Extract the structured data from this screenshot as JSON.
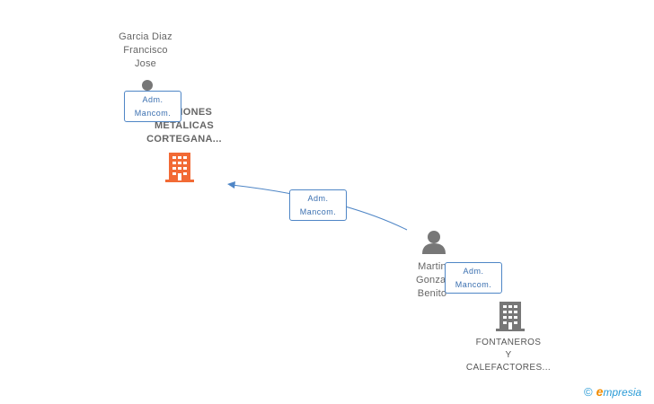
{
  "persons": [
    {
      "id": "garcia",
      "name_lines": [
        "Garcia Diaz",
        "Francisco",
        "Jose"
      ]
    },
    {
      "id": "martin",
      "name_lines": [
        "Martin",
        "Gonzal",
        "Benito"
      ]
    }
  ],
  "companies": [
    {
      "id": "cortegana",
      "name_lines": [
        "...ACIONES",
        "METALICAS",
        "CORTEGANA..."
      ],
      "color": "#f26a35"
    },
    {
      "id": "fontaneros",
      "name_lines": [
        "FONTANEROS",
        "Y",
        "CALEFACTORES..."
      ],
      "color": "#777777"
    }
  ],
  "roles": [
    {
      "id": "role-garcia",
      "lines": [
        "Adm.",
        "Mancom."
      ]
    },
    {
      "id": "role-edge",
      "lines": [
        "Adm.",
        "Mancom."
      ]
    },
    {
      "id": "role-martin",
      "lines": [
        "Adm.",
        "Mancom."
      ]
    }
  ],
  "colors": {
    "edge": "#4f86c6",
    "person_icon": "#777777",
    "highlight_company": "#f26a35"
  },
  "watermark": {
    "copyright": "©",
    "brand_first": "e",
    "brand_rest": "mpresia"
  }
}
